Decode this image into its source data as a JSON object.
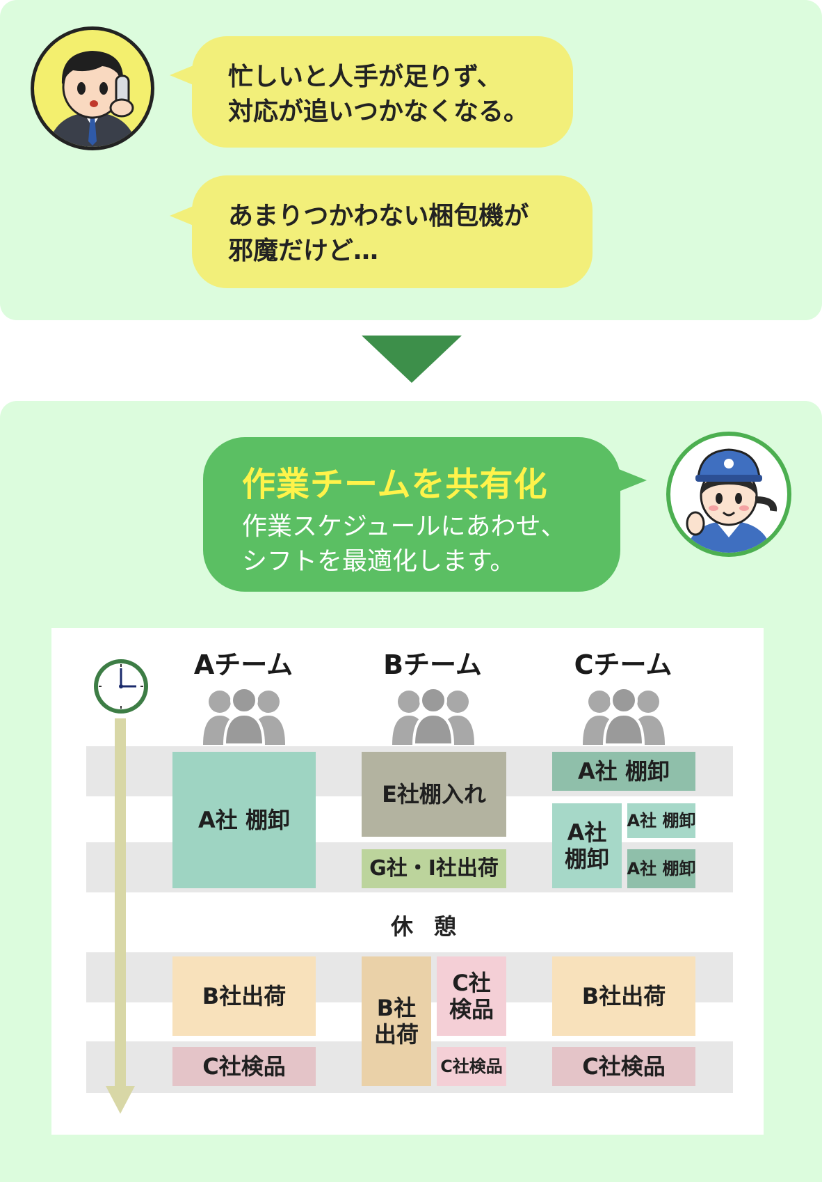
{
  "colors": {
    "panel_bg": "#dcfcdd",
    "speech_yellow": "#f2ef7a",
    "speech_green": "#5bbf63",
    "arrow_green": "#3d8f4a",
    "title_yellow": "#fff34a"
  },
  "problem": {
    "bubble1": [
      "忙しいと人手が足りず、",
      "対応が追いつかなくなる。"
    ],
    "bubble2": [
      "あまりつかわない梱包機が",
      "邪魔だけど…"
    ]
  },
  "solution": {
    "title": "作業チームを共有化",
    "body": [
      "作業スケジュールにあわせ、",
      "シフトを最適化します。"
    ]
  },
  "schedule": {
    "teams": [
      "Aチーム",
      "Bチーム",
      "Cチーム"
    ],
    "icons": [
      "clock-icon",
      "team-people-icon",
      "down-arrow-icon"
    ],
    "tasks": {
      "a_tanaoroshi": "A社 棚卸",
      "a_b_shukka": "B社出荷",
      "a_c_kenpin": "C社検品",
      "b_e_tanaire": "E社棚入れ",
      "b_gi_shukka": "G社・I社出荷",
      "b_b_shukka_1": "B社",
      "b_b_shukka_2": "出荷",
      "b_c_kenpin_1": "C社",
      "b_c_kenpin_2": "検品",
      "b_c_kenpin_small": "C社検品",
      "c_tanaoroshi_top": "A社 棚卸",
      "c_tanaoroshi_big_1": "A社",
      "c_tanaoroshi_big_2": "棚卸",
      "c_tanaoroshi_small1": "A社 棚卸",
      "c_tanaoroshi_small2": "A社 棚卸",
      "c_b_shukka": "B社出荷",
      "c_c_kenpin": "C社検品"
    },
    "rest": "休憩"
  }
}
